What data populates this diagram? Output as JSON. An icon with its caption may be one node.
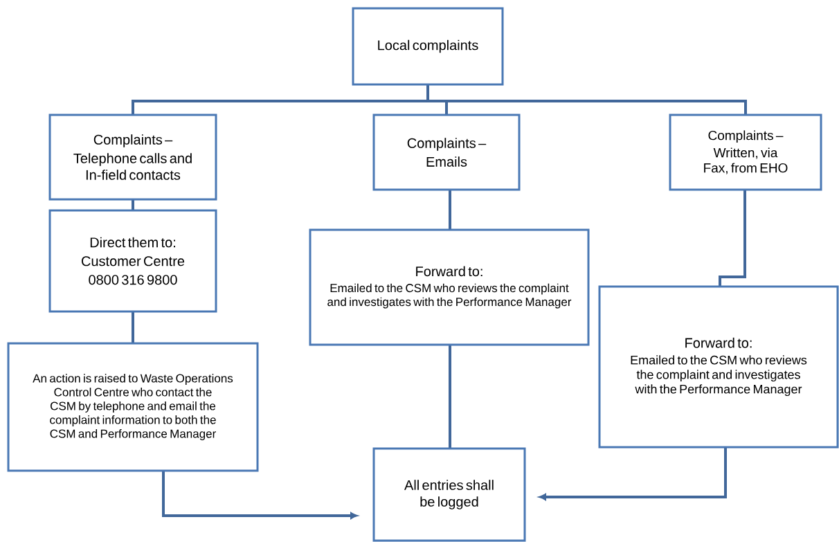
{
  "diagram": {
    "nodes": [
      {
        "text": [
          "Local complaints"
        ]
      },
      {
        "text": [
          "Complaints –",
          "Telephone calls and In-field contacts"
        ]
      },
      {
        "text": [
          "Complaints –",
          "Emails"
        ]
      },
      {
        "text": [
          "Complaints –",
          "Written, via Fax, from EHO"
        ]
      },
      {
        "text": [
          "Direct them to:",
          "Customer Centre",
          "0800 316 9800"
        ]
      },
      {
        "text": [
          "Forward to:",
          "Emailed to the CSM who reviews the complaint and investigates with the Performance Manager"
        ]
      },
      {
        "text": [
          "Forward to:",
          "Emailed to the CSM who reviews the complaint and investigates with the Performance Manager"
        ]
      },
      {
        "text": [
          "An action is raised to Waste Operations Control Centre who contact the CSM by telephone and email the complaint information to both the CSM and Performance Manager"
        ]
      },
      {
        "text": [
          "All entries shall be logged"
        ]
      }
    ],
    "edges": [
      {
        "from": 0,
        "to": 1,
        "arrow": "none"
      },
      {
        "from": 0,
        "to": 2,
        "arrow": "none"
      },
      {
        "from": 0,
        "to": 3,
        "arrow": "none"
      },
      {
        "from": 1,
        "to": 4,
        "arrow": "none"
      },
      {
        "from": 2,
        "to": 5,
        "arrow": "none"
      },
      {
        "from": 3,
        "to": 6,
        "arrow": "none"
      },
      {
        "from": 4,
        "to": 7,
        "arrow": "none"
      },
      {
        "from": 5,
        "to": 8,
        "arrow": "none"
      },
      {
        "from": 7,
        "to": 8,
        "arrow": "to"
      },
      {
        "from": 6,
        "to": 8,
        "arrow": "to"
      }
    ]
  }
}
